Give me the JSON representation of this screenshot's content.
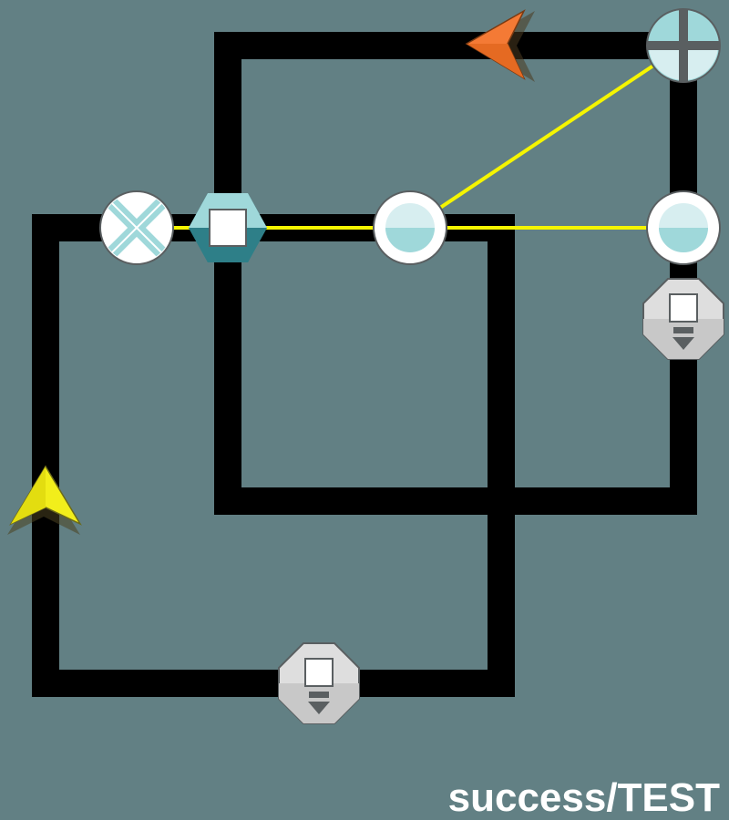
{
  "status": {
    "label": "success/TEST"
  },
  "colors": {
    "background": "#628084",
    "track": "#000000",
    "laser": "#f5f500",
    "tile_teal": "#9fd8da",
    "tile_dark_teal": "#2e7f88",
    "node_grey": "#5a5f61",
    "tile_white": "#ffffff",
    "yellow_pointer": "#f2ee1b",
    "orange_pointer": "#f47a35"
  },
  "pieces": [
    {
      "id": "cross-splitter",
      "kind": "x-splitter",
      "icon": "x-cross-icon",
      "interactable": true
    },
    {
      "id": "hex-block",
      "kind": "hexagon-target",
      "icon": "square-icon",
      "interactable": true
    },
    {
      "id": "mirror-left",
      "kind": "round-mirror",
      "icon": "half-circle-icon",
      "interactable": true
    },
    {
      "id": "mirror-right",
      "kind": "round-mirror",
      "icon": "half-circle-icon",
      "interactable": true
    },
    {
      "id": "plus-node",
      "kind": "plus-junction",
      "icon": "plus-icon",
      "interactable": true
    },
    {
      "id": "emitter-right",
      "kind": "octagon-emitter",
      "icon": "download-arrow-icon",
      "interactable": true
    },
    {
      "id": "emitter-bottom",
      "kind": "octagon-emitter",
      "icon": "download-arrow-icon",
      "interactable": true
    },
    {
      "id": "yellow-pointer",
      "kind": "arrow-agent",
      "icon": "arrow-up-icon",
      "interactable": true
    },
    {
      "id": "orange-pointer",
      "kind": "arrow-agent",
      "icon": "arrow-left-icon",
      "interactable": true
    }
  ]
}
